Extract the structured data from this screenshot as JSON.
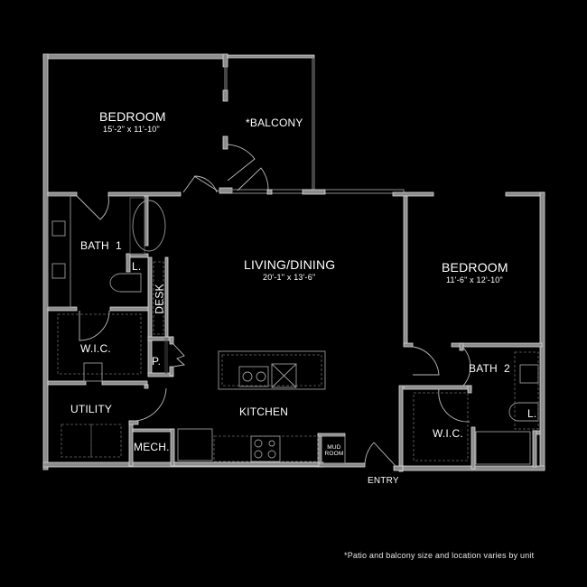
{
  "floorplan": {
    "rooms": {
      "bedroom_1": {
        "label": "BEDROOM",
        "dims": "15'-2\" x 11'-10\""
      },
      "balcony": {
        "label": "*BALCONY"
      },
      "bath_1": {
        "label": "BATH  1"
      },
      "linen_1": {
        "label": "L."
      },
      "desk": {
        "label": "DESK"
      },
      "wic_1": {
        "label": "W.I.C."
      },
      "pantry": {
        "label": "P."
      },
      "utility": {
        "label": "UTILITY"
      },
      "mech": {
        "label": "MECH."
      },
      "living_dining": {
        "label": "LIVING/DINING",
        "dims": "20'-1\" x 13'-6\""
      },
      "kitchen": {
        "label": "KITCHEN"
      },
      "mud_room": {
        "label": "MUD\nROOM",
        "line1": "MUD",
        "line2": "ROOM"
      },
      "entry": {
        "label": "ENTRY"
      },
      "bedroom_2": {
        "label": "BEDROOM",
        "dims": "11'-6\" x 12'-10\""
      },
      "bath_2": {
        "label": "BATH  2"
      },
      "wic_2": {
        "label": "W.I.C."
      },
      "linen_2": {
        "label": "L."
      }
    },
    "footnote": "*Patio and balcony size and location varies by unit",
    "colors": {
      "background": "#000000",
      "wall_fill": "#8c8c8c",
      "wall_edge": "#d8d8d8",
      "text": "#ffffff"
    }
  }
}
